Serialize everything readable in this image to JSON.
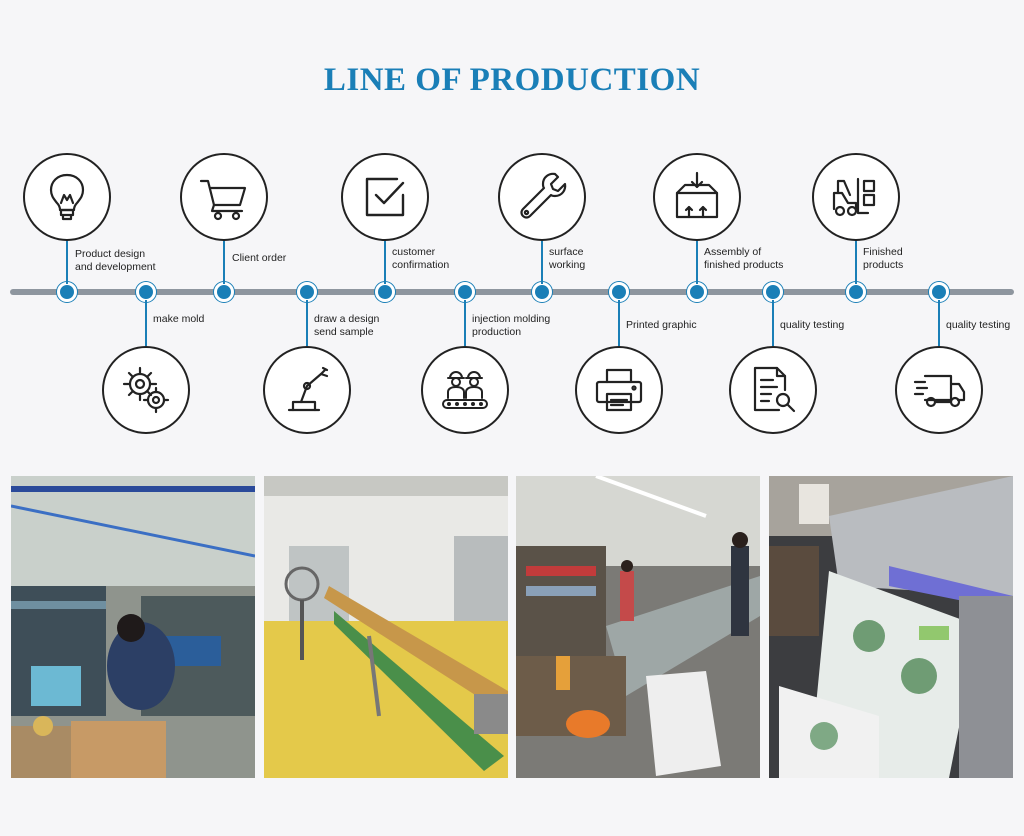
{
  "title": "LINE OF PRODUCTION",
  "colors": {
    "accent": "#1a7fb7",
    "line": "#8e969f",
    "stroke": "#222222"
  },
  "steps_top": [
    {
      "label": "Product design\nand development",
      "icon": "lightbulb-icon"
    },
    {
      "label": "Client order",
      "icon": "shopping-cart-icon"
    },
    {
      "label": "customer\nconfirmation",
      "icon": "checkbox-icon"
    },
    {
      "label": "surface\nworking",
      "icon": "wrench-icon"
    },
    {
      "label": "Assembly of\nfinished products",
      "icon": "package-assembly-icon"
    },
    {
      "label": "Finished\nproducts",
      "icon": "forklift-icon"
    }
  ],
  "steps_bottom": [
    {
      "label": "make mold",
      "icon": "gears-icon"
    },
    {
      "label": "draw a design\nsend sample",
      "icon": "robot-arm-icon"
    },
    {
      "label": "injection molding\nproduction",
      "icon": "workers-conveyor-icon"
    },
    {
      "label": "Printed graphic",
      "icon": "printer-icon"
    },
    {
      "label": "quality testing",
      "icon": "document-search-icon"
    },
    {
      "label": "quality testing",
      "icon": "delivery-truck-icon"
    }
  ],
  "photos": [
    {
      "name": "photo-assembly-workshop"
    },
    {
      "name": "photo-molding-line"
    },
    {
      "name": "photo-packing-line"
    },
    {
      "name": "photo-printing-machine"
    }
  ]
}
